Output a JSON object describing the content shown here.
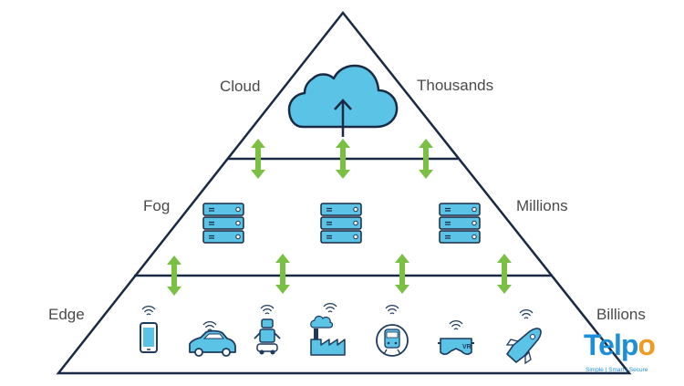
{
  "tiers": {
    "cloud": {
      "label": "Cloud",
      "count": "Thousands"
    },
    "fog": {
      "label": "Fog",
      "count": "Millions"
    },
    "edge": {
      "label": "Edge",
      "count": "Billions"
    }
  },
  "brand": {
    "name_part1": "Telp",
    "name_part2": "o",
    "tagline": "Simple | Smart | Secure"
  },
  "colors": {
    "outline": "#1a2a44",
    "cloud_fill": "#5bc4e6",
    "server_fill": "#5bc4e6",
    "arrow": "#7ac143",
    "icon": "#1f3a5f",
    "icon_accent": "#5bc4e6",
    "brand_blue": "#1c8fd8",
    "brand_orange": "#f39a1e"
  },
  "icons": {
    "cloud": "cloud-upload-icon",
    "servers": [
      "server-rack-icon",
      "server-rack-icon",
      "server-rack-icon"
    ],
    "edge_devices": [
      "smartphone-icon",
      "car-icon",
      "robot-icon",
      "factory-icon",
      "train-icon",
      "vr-headset-icon",
      "space-shuttle-icon"
    ]
  }
}
